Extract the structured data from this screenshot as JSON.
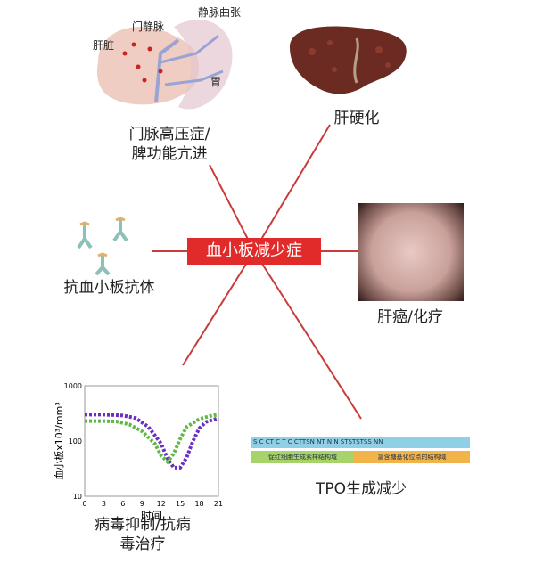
{
  "center": {
    "label": "血小板减少症"
  },
  "nodes": {
    "portal": {
      "label_line1": "门脉高压症/",
      "label_line2": "脾功能亢进",
      "annotations": {
        "liver": "肝脏",
        "portal_vein": "门静脉",
        "varices": "静脉曲张",
        "stomach": "胃"
      }
    },
    "cirrhosis": {
      "label": "肝硬化"
    },
    "antibody": {
      "label": "抗血小板抗体"
    },
    "cancer": {
      "label": "肝癌/化疗"
    },
    "virus": {
      "label_line1": "病毒抑制/抗病",
      "label_line2": "毒治疗"
    },
    "tpo": {
      "label": "TPO生成减少",
      "sequence_text": "S C  CT  C  T  C  CTTSN  NT  N  N  STSTSTSS NN",
      "bar_left_text": "促红细胞生成素样结构域",
      "bar_right_text": "富含糖基化位点的结构域"
    }
  },
  "chart_data": {
    "type": "line",
    "xlabel": "时间",
    "ylabel": "血小板x10³/mm³",
    "x_ticks": [
      "0",
      "3",
      "6",
      "9",
      "12",
      "15",
      "18",
      "21"
    ],
    "y_ticks": [
      "1000",
      "100",
      "10"
    ],
    "y_scale": "log",
    "xlim": [
      0,
      21
    ],
    "ylim": [
      10,
      1000
    ],
    "series": [
      {
        "color": "#6a2fc0",
        "x": [
          0,
          3,
          6,
          8,
          10,
          12,
          13,
          14,
          15,
          16,
          17,
          18,
          19,
          21
        ],
        "values": [
          300,
          300,
          290,
          260,
          180,
          90,
          48,
          33,
          33,
          50,
          100,
          170,
          220,
          260
        ]
      },
      {
        "color": "#5fb846",
        "x": [
          0,
          3,
          5,
          7,
          9,
          11,
          12,
          13,
          14,
          15,
          16,
          18,
          20,
          21
        ],
        "values": [
          230,
          230,
          225,
          200,
          150,
          90,
          55,
          42,
          60,
          110,
          180,
          250,
          290,
          300
        ]
      }
    ]
  },
  "colors": {
    "center_bg": "#e12a2a",
    "lines": "#c83c3c"
  }
}
